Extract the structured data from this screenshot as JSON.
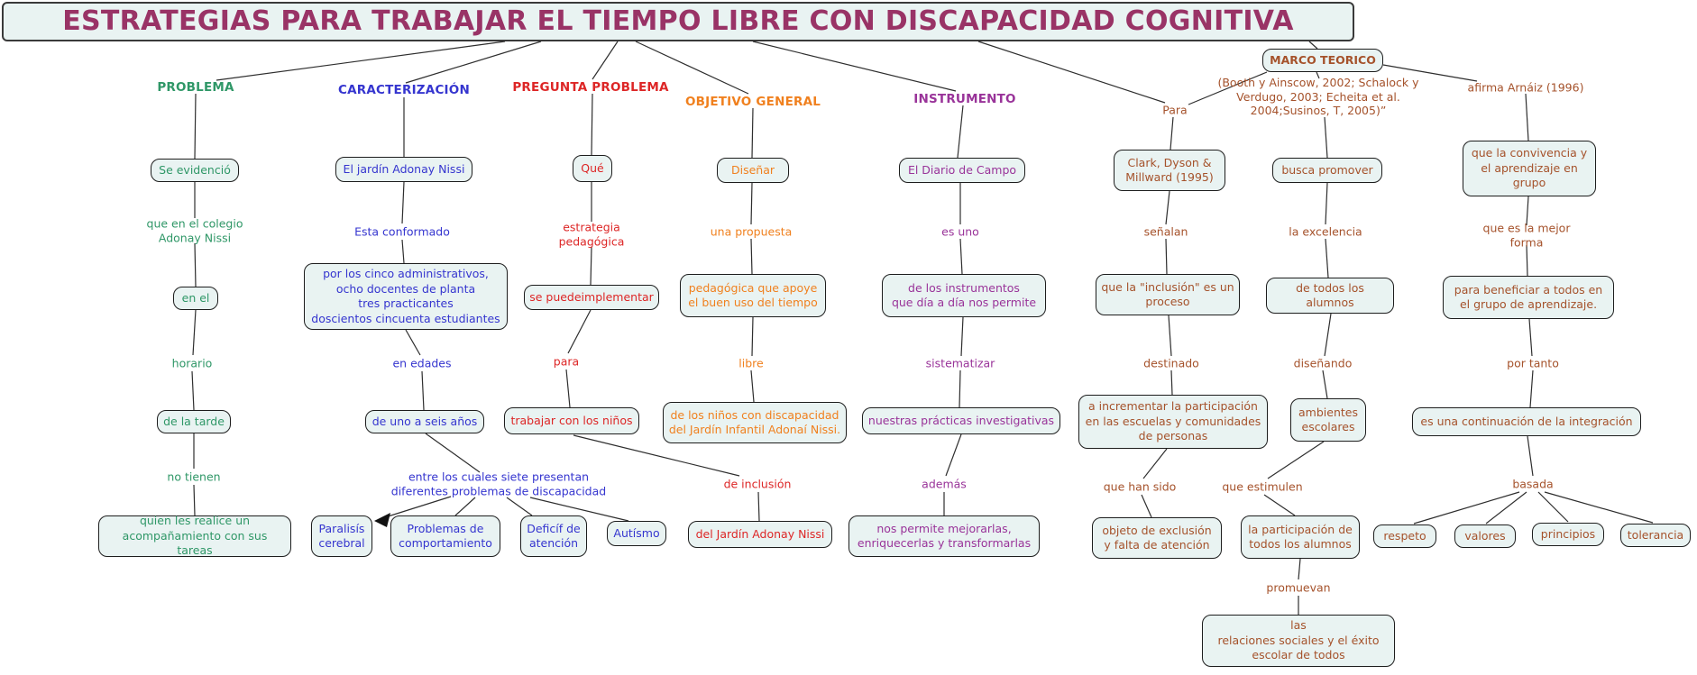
{
  "title": "ESTRATEGIAS PARA TRABAJAR EL TIEMPO LIBRE CON DISCAPACIDAD COGNITIVA",
  "colors": {
    "title_text": "#993366",
    "problema_green": "#2f9767",
    "caracterizacion_blue": "#3535cf",
    "pregunta_red": "#dd2626",
    "objetivo_orange": "#f0801e",
    "instrumento_purple": "#993399",
    "marco_brown": "#a5522b",
    "node_fill": "#e9f3f2",
    "node_border": "#1d1d1d",
    "line": "#2e2e2e"
  },
  "headers": {
    "problema": "PROBLEMA",
    "caracterizacion": "CARACTERIZACIÓN",
    "pregunta_problema": "PREGUNTA PROBLEMA",
    "objetivo_general": "OBJETIVO GENERAL",
    "instrumento": "INSTRUMENTO",
    "marco_teorico": "MARCO TEORICO"
  },
  "nodes": {
    "se_evidencio": "Se evidenció",
    "en_el": "en el",
    "de_la_tarde": "de la tarde",
    "quien_les_realice": "quien les realice un\nacompañamiento con sus tareas",
    "el_jardin": "El jardín Adonay Nissi",
    "por_los_cinco": "por los cinco administrativos,\nocho docentes de planta\ntres practicantes\ndoscientos cincuenta estudiantes",
    "de_uno_a_seis": "de uno a seis años",
    "paralisis_cerebral": "Paralisís\ncerebral",
    "problemas_comportamiento": "Problemas de\ncomportamiento",
    "deficit_atencion": "Deficíf de\natención",
    "autismo": "Autísmo",
    "que": "Qué",
    "se_puedeimplementar": "se puedeimplementar",
    "trabajar_con_ninos": "trabajar con los niños",
    "del_jardin_adonay": "del Jardín Adonay Nissi",
    "disenar": "Diseñar",
    "pedagogica_apoye": "pedagógica que apoye\nel buen uso del tiempo",
    "de_los_ninos_discapacidad": "de los niños con discapacidad\ndel Jardín Infantil Adonaí Nissi.",
    "diario_campo": "El Diario de Campo",
    "de_los_instrumentos": "de los instrumentos\nque día a día nos permite",
    "nuestras_practicas": "nuestras prácticas investigativas",
    "nos_permite_mejorarlas": "nos permite mejorarlas,\nenriquecerlas y transformarlas",
    "clark_dyson": "Clark, Dyson &\nMillward (1995)",
    "busca_promover": "busca promover",
    "que_la_convivencia": "que la convivencia y\nel aprendizaje en\ngrupo",
    "que_la_inclusion": "que la \"inclusión\" es un\nproceso",
    "de_todos_los_alumnos": "de todos los alumnos",
    "para_beneficiar": "para beneficiar a todos en\nel grupo de aprendizaje.",
    "a_incrementar": "a incrementar la participación\nen las escuelas y comunidades\nde personas",
    "ambientes_escolares": "ambientes\nescolares",
    "es_una_continuacion": "es una continuación de la integración",
    "objeto_exclusion": "objeto de exclusión\ny falta de atención",
    "la_participacion": "la participación de\ntodos los alumnos",
    "respeto": "respeto",
    "valores": "valores",
    "principios": "principios",
    "tolerancia": "tolerancia",
    "las_relaciones": "las\nrelaciones sociales y el éxito\nescolar de todos"
  },
  "labels": {
    "que_en_el_colegio": "que en el colegio\nAdonay Nissi",
    "horario": "horario",
    "no_tienen": "no tienen",
    "esta_conformado": "Esta conformado",
    "en_edades": "en edades",
    "entre_los_cuales": "entre los cuales siete presentan\ndiferentes problemas de discapacidad",
    "estrategia_pedagogica": "estrategia\npedagógica",
    "para": "para",
    "de_inclusion": "de inclusión",
    "una_propuesta": "una propuesta",
    "libre": "libre",
    "es_uno": "es uno",
    "sistematizar": "sistematizar",
    "ademas": "además",
    "para_link": "Para",
    "citation": "(Booth y Ainscow, 2002; Schalock y\nVerdugo, 2003; Echeita et al.\n2004;Susinos, T, 2005)”",
    "afirma_arnaiz": "afirma Arnáiz (1996)",
    "senalan": "señalan",
    "la_excelencia": "la excelencia",
    "destinado": "destinado",
    "disenando": "diseñando",
    "que_han_sido": "que han sido",
    "que_estimulen": "que estimulen",
    "basada": "basada",
    "promuevan": "promuevan",
    "que_es_la_mejor": "que es la mejor\nforma",
    "por_tanto": "por tanto"
  }
}
